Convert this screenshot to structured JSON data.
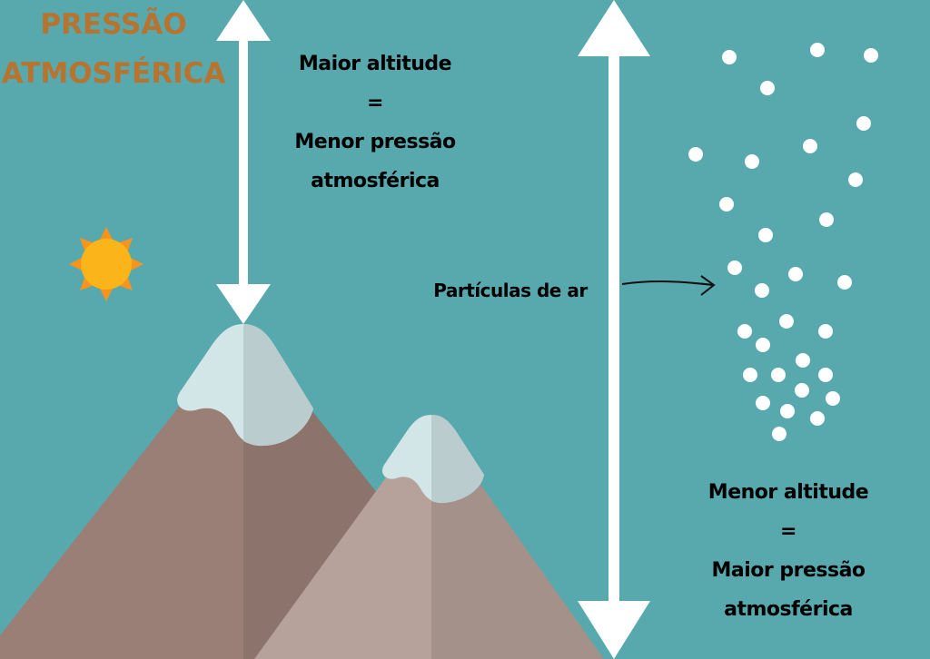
{
  "title": {
    "line1": "PRESSÃO",
    "line2": "ATMOSFÉRICA"
  },
  "top_label": {
    "line1": "Maior altitude",
    "line2": "=",
    "line3": "Menor pressão",
    "line4": "atmosférica"
  },
  "bottom_label": {
    "line1": "Menor altitude",
    "line2": "=",
    "line3": "Maior pressão",
    "line4": "atmosférica"
  },
  "particles_label": "Partículas de ar",
  "colors": {
    "background": "#57a9ae",
    "title": "#b8732e",
    "sun": "#fbb41a",
    "sun_rays": "#f7941d",
    "snow_light": "#d2e6e8",
    "snow_shade": "#bacccd"
  },
  "icons": [
    "sun-icon",
    "double-arrow-icon",
    "mountain-icon",
    "arrow-right-icon"
  ]
}
